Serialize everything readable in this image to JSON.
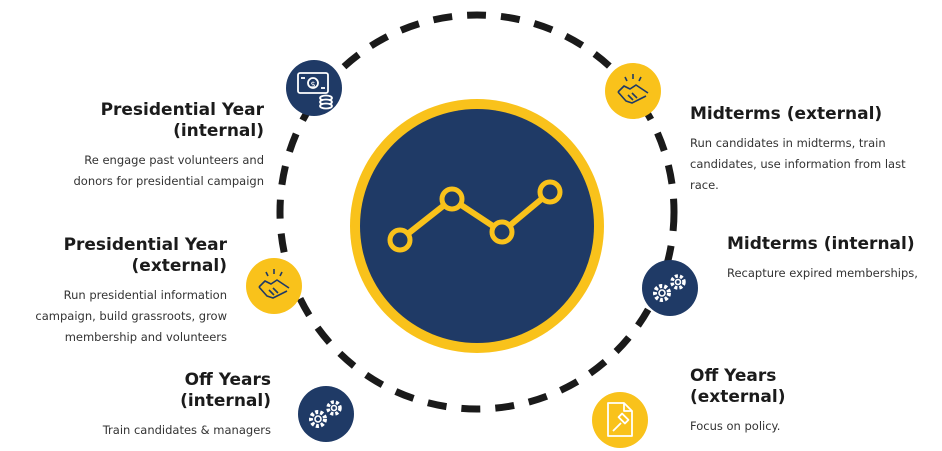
{
  "colors": {
    "navy": "#1f3a66",
    "yellow": "#f9c21b",
    "ring_dash": "#1a1a1a",
    "text": "#333333"
  },
  "center": {
    "icon": "trend-line-chart-icon"
  },
  "phases": [
    {
      "id": "presidential-internal",
      "title_line1": "Presidential Year",
      "title_line2": "(internal)",
      "desc_line1": "Re engage past volunteers and",
      "desc_line2": "donors for presidential campaign",
      "desc_line3": "",
      "icon": "money-bill-coins-icon",
      "badge_color": "navy"
    },
    {
      "id": "midterms-external",
      "title_line1": "Midterms (external)",
      "title_line2": "",
      "desc_line1": "Run candidates in midterms, train",
      "desc_line2": "candidates, use information from last",
      "desc_line3": "race.",
      "icon": "handshake-icon",
      "badge_color": "yellow"
    },
    {
      "id": "presidential-external",
      "title_line1": "Presidential Year",
      "title_line2": "(external)",
      "desc_line1": "Run presidential information",
      "desc_line2": "campaign, build grassroots, grow",
      "desc_line3": "membership and volunteers",
      "icon": "handshake-icon",
      "badge_color": "yellow"
    },
    {
      "id": "midterms-internal",
      "title_line1": "Midterms (internal)",
      "title_line2": "",
      "desc_line1": "Recapture expired memberships,",
      "desc_line2": "",
      "desc_line3": "",
      "icon": "gears-icon",
      "badge_color": "navy"
    },
    {
      "id": "off-years-internal",
      "title_line1": "Off Years",
      "title_line2": "(internal)",
      "desc_line1": "Train candidates & managers",
      "desc_line2": "",
      "desc_line3": "",
      "icon": "gears-icon",
      "badge_color": "navy"
    },
    {
      "id": "off-years-external",
      "title_line1": "Off Years",
      "title_line2": "(external)",
      "desc_line1": "Focus on policy.",
      "desc_line2": "",
      "desc_line3": "",
      "icon": "document-gavel-icon",
      "badge_color": "yellow"
    }
  ]
}
